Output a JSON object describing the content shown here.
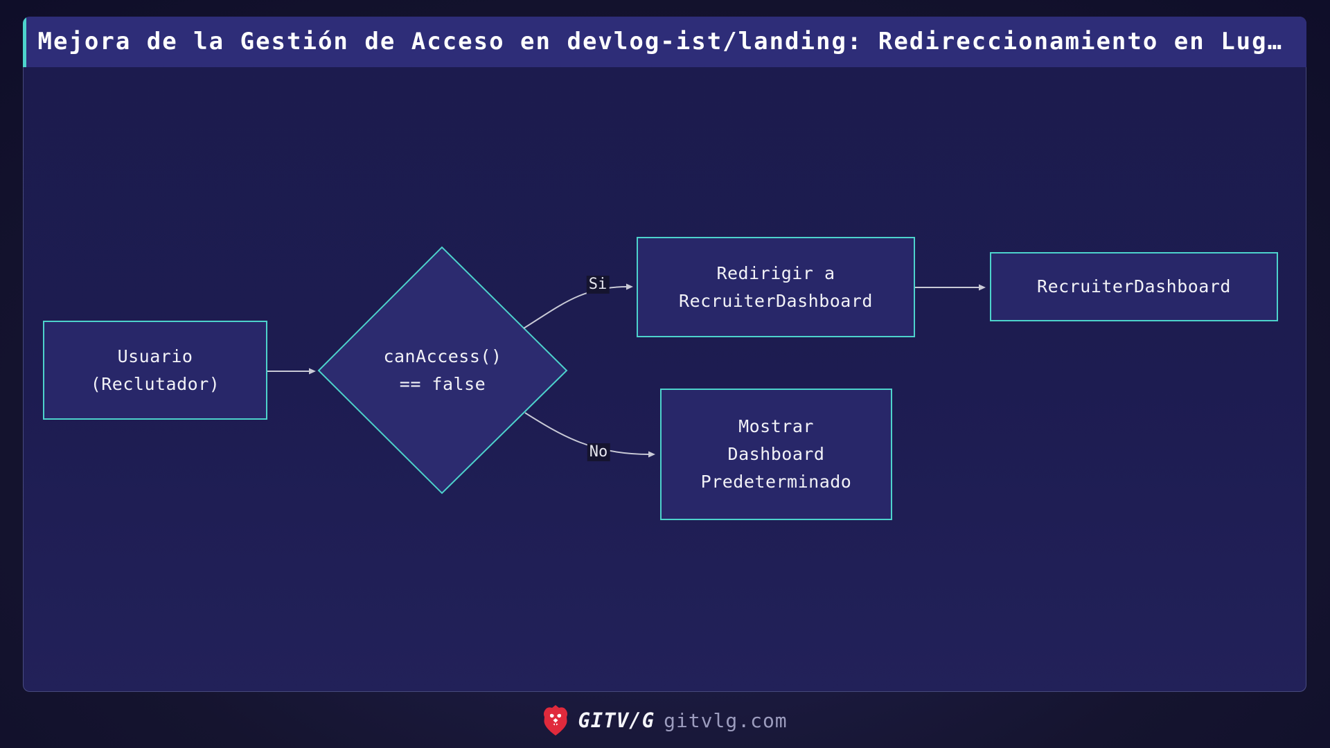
{
  "header": {
    "title": "Mejora de la Gestión de Acceso en devlog-ist/landing: Redireccionamiento en Lug…"
  },
  "flowchart": {
    "type": "flowchart-lr",
    "nodes": {
      "usuario": {
        "label": "Usuario\n(Reclutador)",
        "shape": "rect"
      },
      "decision": {
        "label": "canAccess()\n== false",
        "shape": "diamond"
      },
      "redirigir": {
        "label": "Redirigir a\nRecruiterDashboard",
        "shape": "rect"
      },
      "recruiter": {
        "label": "RecruiterDashboard",
        "shape": "rect"
      },
      "mostrar": {
        "label": "Mostrar\nDashboard\nPredeterminado",
        "shape": "rect"
      }
    },
    "edges": [
      {
        "from": "usuario",
        "to": "decision",
        "label": ""
      },
      {
        "from": "decision",
        "to": "redirigir",
        "label": "Si"
      },
      {
        "from": "decision",
        "to": "mostrar",
        "label": "No"
      },
      {
        "from": "redirigir",
        "to": "recruiter",
        "label": ""
      }
    ],
    "edge_labels": {
      "si": "Si",
      "no": "No"
    }
  },
  "footer": {
    "brand": "GITV/G",
    "site": "gitvlg.com",
    "icon": "lion-icon"
  },
  "colors": {
    "accent": "#4DD3CC",
    "titlebar-bg": "#2E2D78",
    "node-fill": "#282769",
    "diamond-fill": "#2C2B6F",
    "page-bg": "#15142F",
    "page-bg-center": "#232254",
    "arrow": "#C9CAD6",
    "label-bg": "#15142F",
    "brand-red": "#E02A3C",
    "text": "#F2F2F7",
    "muted": "#9C9CBE"
  }
}
